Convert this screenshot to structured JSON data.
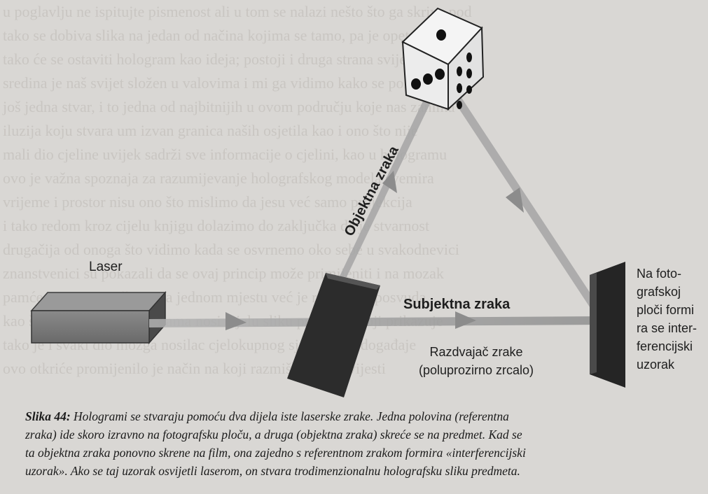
{
  "labels": {
    "laser": "Laser",
    "object_beam": "Objektna zraka",
    "subject_beam": "Subjektna zraka",
    "beam_splitter_line1": "Razdvajač zrake",
    "beam_splitter_line2": "(poluprozirno zrcalo)",
    "plate_line1": "Na foto-",
    "plate_line2": "grafskoj",
    "plate_line3": "ploči formi",
    "plate_line4": "ra se inter-",
    "plate_line5": "ferencijski",
    "plate_line6": "uzorak"
  },
  "caption": {
    "figure_label": "Slika 44:",
    "line1": " Hologrami se stvaraju pomoću dva dijela iste laserske zrake. Jedna polovina (referentna",
    "line2": "zraka) ide skoro izravno na fotografsku ploču, a druga (objektna zraka) skreće se na predmet. Kad se",
    "line3": "ta objektna zraka ponovno skrene na film, ona zajedno s referentnom zrakom formira «interferencijski",
    "line4": "uzorak». Ako se taj uzorak osvijetli laserom, on stvara trodimenzionalnu holografsku sliku predmeta."
  },
  "colors": {
    "background": "#d9d7d4",
    "dark": "#2d2d2d",
    "beam": "#9c9c9c",
    "laser_body": "#7c7c7c"
  },
  "icons": [
    "laser-box",
    "beam-splitter-mirror",
    "photographic-plate",
    "die-object"
  ]
}
